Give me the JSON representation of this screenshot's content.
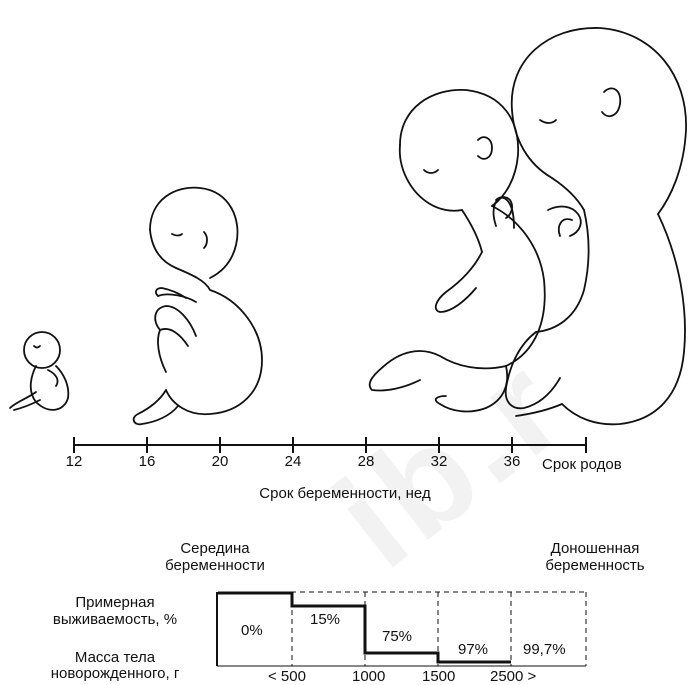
{
  "axis": {
    "ticks": [
      "12",
      "16",
      "20",
      "24",
      "28",
      "32",
      "36"
    ],
    "end_label": "Срок родов",
    "title": "Срок беременности, нед"
  },
  "labels": {
    "mid_pregnancy": [
      "Середина",
      "беременности"
    ],
    "term_pregnancy": [
      "Доношенная",
      "беременность"
    ],
    "survival": [
      "Примерная",
      "выживаемость, %"
    ],
    "mass": [
      "Масса тела",
      "новорожденного, г"
    ]
  },
  "survival_steps": [
    {
      "value": "0%",
      "level": 0
    },
    {
      "value": "15%",
      "level": 15
    },
    {
      "value": "75%",
      "level": 75
    },
    {
      "value": "97%",
      "level": 97
    },
    {
      "value": "99,7%",
      "level": 99.7
    }
  ],
  "mass_ticks": [
    "< 500",
    "1000",
    "1500",
    "2500 >"
  ],
  "watermark": "ib.r",
  "figures": [
    {
      "name": "fetus-12-weeks"
    },
    {
      "name": "fetus-20-weeks"
    },
    {
      "name": "fetus-32-weeks"
    },
    {
      "name": "fetus-36-weeks"
    }
  ]
}
